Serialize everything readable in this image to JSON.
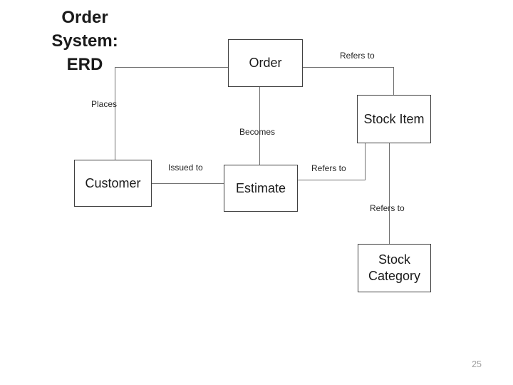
{
  "slide": {
    "title_line1": "Order System:",
    "title_line2": "ERD",
    "page_number": "25"
  },
  "diagram": {
    "entities": [
      {
        "id": "order",
        "label": "Order"
      },
      {
        "id": "stock-item",
        "label": "Stock Item"
      },
      {
        "id": "customer",
        "label": "Customer"
      },
      {
        "id": "estimate",
        "label": "Estimate"
      },
      {
        "id": "stock-category",
        "label": "Stock Category"
      }
    ],
    "relationships": [
      {
        "from": "Customer",
        "to": "Order",
        "label": "Places"
      },
      {
        "from": "Order",
        "to": "Stock Item",
        "label": "Refers to"
      },
      {
        "from": "Order",
        "to": "Estimate",
        "label": "Becomes"
      },
      {
        "from": "Customer",
        "to": "Estimate",
        "label": "Issued to"
      },
      {
        "from": "Estimate",
        "to": "Stock Item",
        "label": "Refers to"
      },
      {
        "from": "Stock Item",
        "to": "Stock Category",
        "label": "Refers to"
      }
    ],
    "colors": {
      "connector_line": "#6f6f6f",
      "box_border": "#3f3f3f",
      "text": "#1a1a1a",
      "page_number": "#a0a0a0"
    }
  }
}
